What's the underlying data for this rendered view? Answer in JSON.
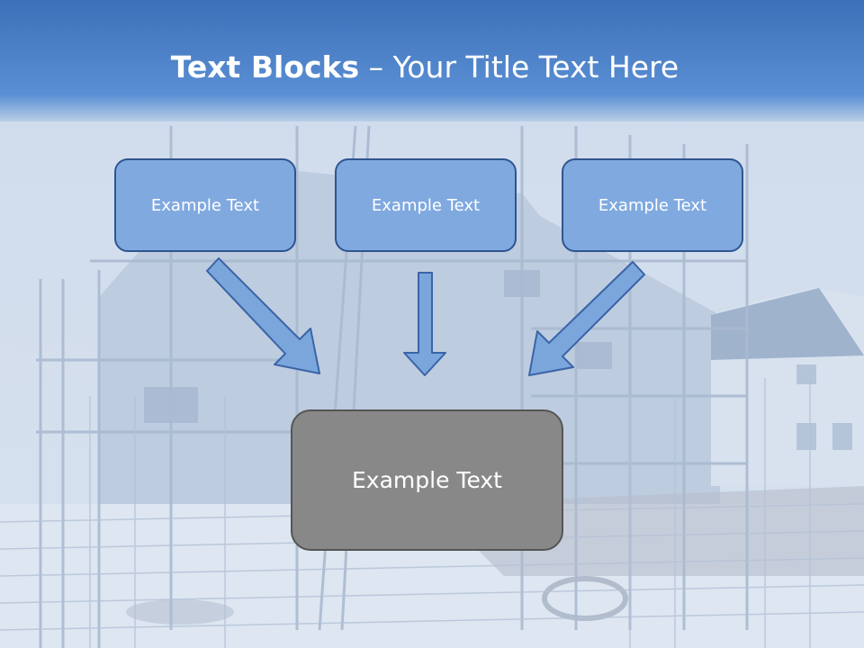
{
  "title": {
    "bold": "Text Blocks",
    "rest": " – Your Title Text Here"
  },
  "blocks": {
    "left": "Example Text",
    "center": "Example Text",
    "right": "Example Text",
    "bottom": "Example Text"
  },
  "colors": {
    "header_blue": "#4a7fc4",
    "box_fill": "#80a9e0",
    "box_border": "#2f5590",
    "bottom_fill": "#888888",
    "bottom_border": "#555555",
    "arrow_fill": "#7aa6dc",
    "arrow_stroke": "#3a64a8"
  }
}
